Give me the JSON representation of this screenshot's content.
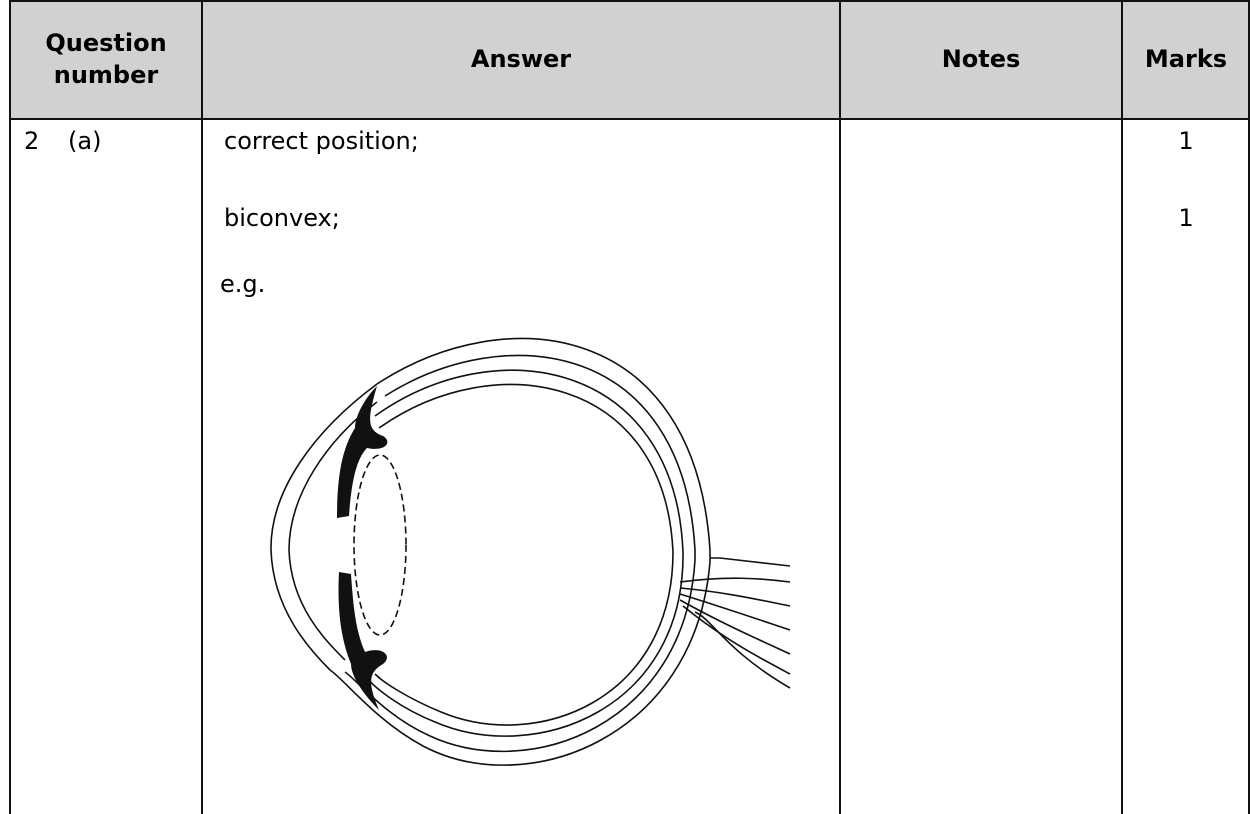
{
  "table": {
    "headers": {
      "question": "Question number",
      "answer": "Answer",
      "notes": "Notes",
      "marks": "Marks"
    },
    "row": {
      "question_number": "2",
      "question_part": "(a)",
      "answers": [
        "correct position;",
        "biconvex;"
      ],
      "example_label": "e.g.",
      "marks": [
        "1",
        "1"
      ]
    }
  },
  "diagram": {
    "icon": "eye-cross-section-diagram"
  }
}
